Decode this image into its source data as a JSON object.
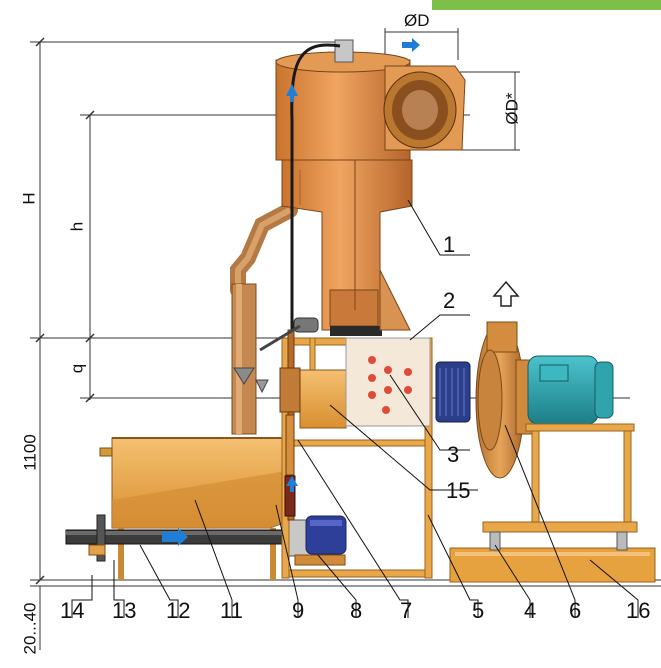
{
  "dimensions": {
    "diameter_top": "ØD",
    "diameter_side": "ØD*",
    "height_H": "H",
    "height_h": "h",
    "offset_q": "q",
    "height_1100": "1100",
    "gap_20_40": "20...40"
  },
  "callouts": [
    "1",
    "2",
    "3",
    "15",
    "14",
    "13",
    "12",
    "11",
    "9",
    "8",
    "7",
    "5",
    "4",
    "6",
    "16"
  ],
  "colors": {
    "cyclone": "#d98a3f",
    "cyclone_dark": "#b8692a",
    "frame": "#e8a84a",
    "hopper": "#e6a63f",
    "box": "#f1c27a",
    "motor": "#2aa7b0",
    "fan_blue": "#2b3f8a",
    "flow_arrow": "#1f7fd6",
    "pipe_dark": "#3a3a3a",
    "banner_green": "#7cc04a"
  },
  "icons": {
    "flow_arrow": "arrow-right-icon",
    "air_exhaust": "outline-up-arrow-icon"
  }
}
